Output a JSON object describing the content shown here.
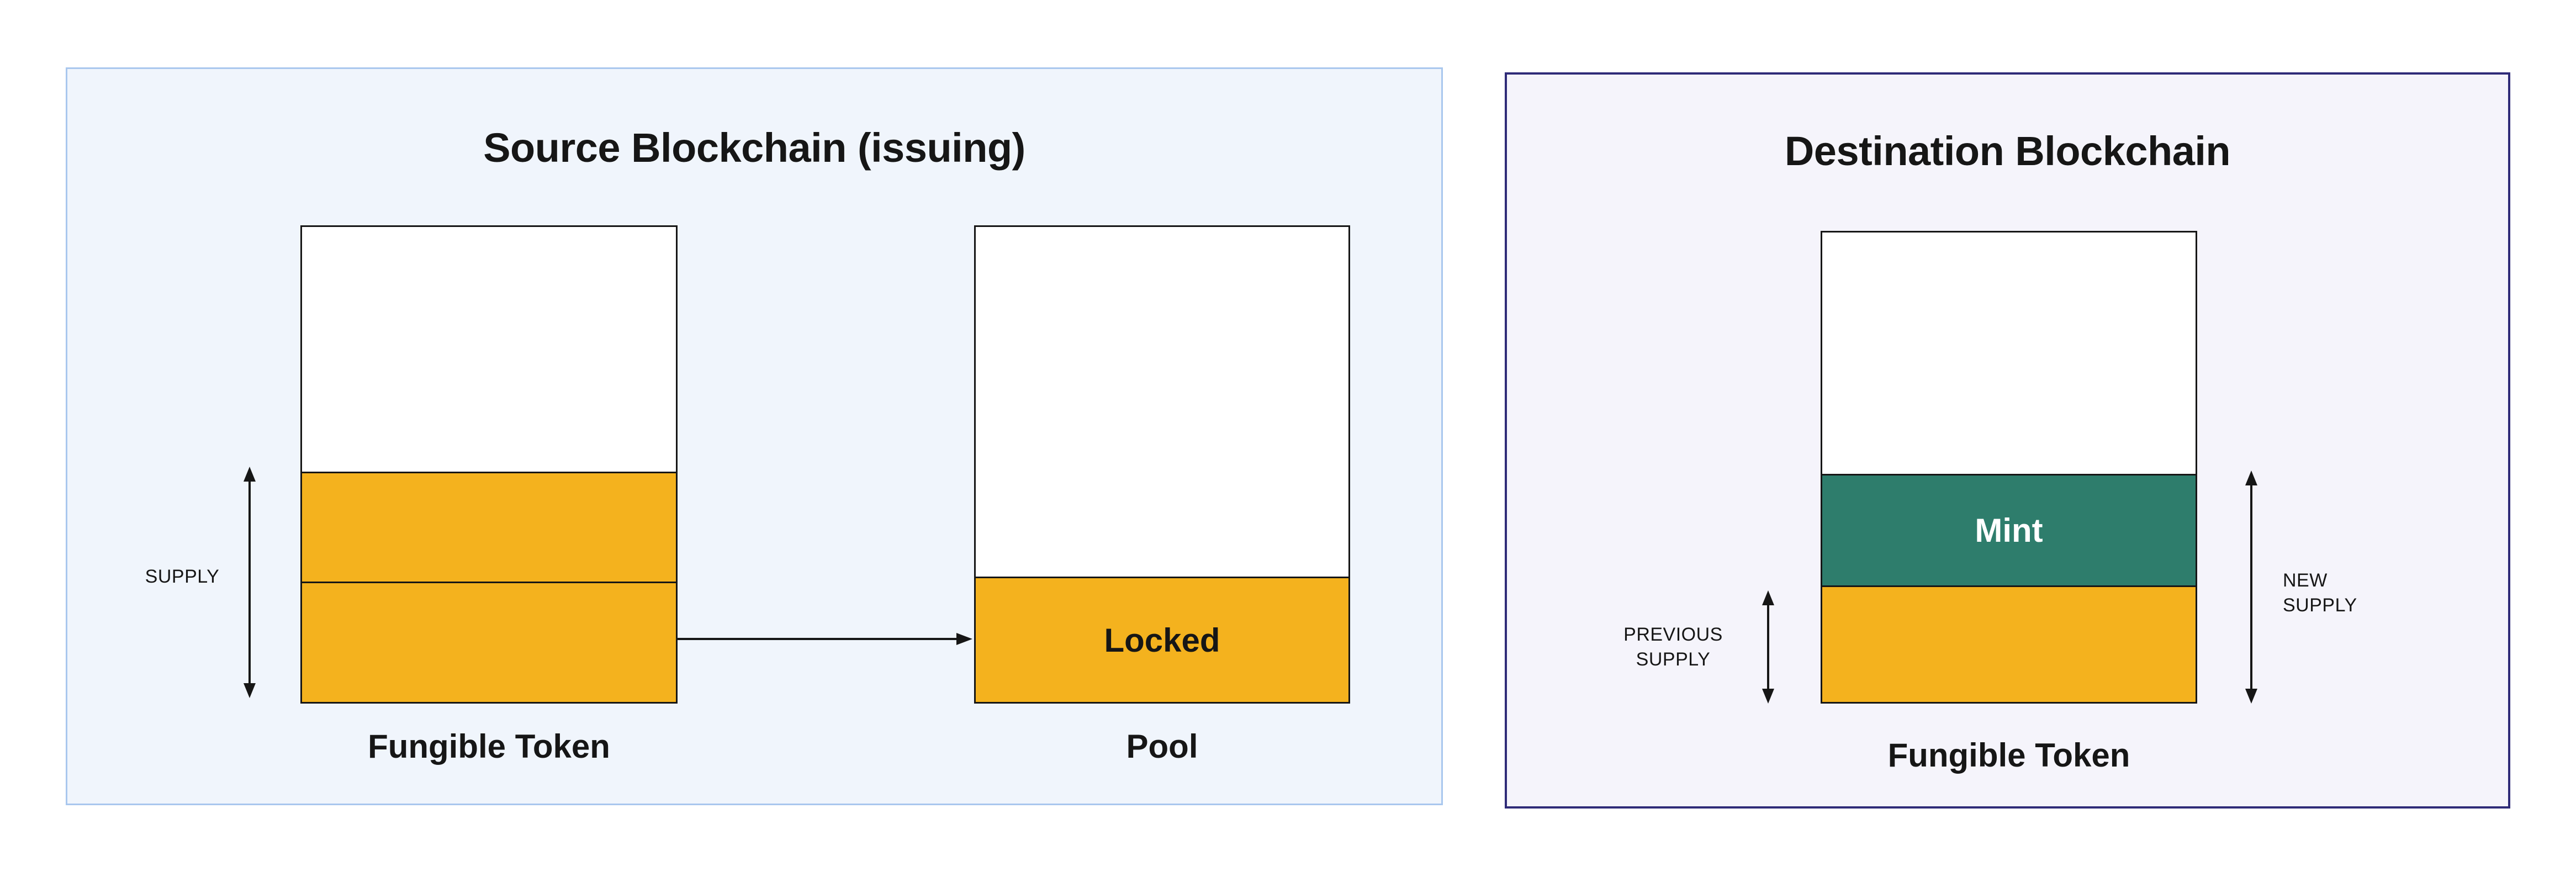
{
  "colors": {
    "canvas-bg": "#ffffff",
    "ink": "#161616",
    "amber": "#F4B21E",
    "teal": "#2E7D6C",
    "source-panel-bg": "#F0F5FC",
    "source-panel-border": "#A9C7EE",
    "dest-panel-bg": "#F5F4FB",
    "dest-panel-border": "#2F2B78"
  },
  "source_panel": {
    "title": "Source Blockchain (issuing)",
    "supply_label": "SUPPLY",
    "token_label": "Fungible Token",
    "locked_label": "Locked",
    "pool_label": "Pool"
  },
  "destination_panel": {
    "title": "Destination Blockchain",
    "mint_label": "Mint",
    "previous_supply_line1": "PREVIOUS",
    "previous_supply_line2": "SUPPLY",
    "new_supply_line1": "NEW",
    "new_supply_line2": "SUPPLY",
    "token_label": "Fungible Token"
  }
}
